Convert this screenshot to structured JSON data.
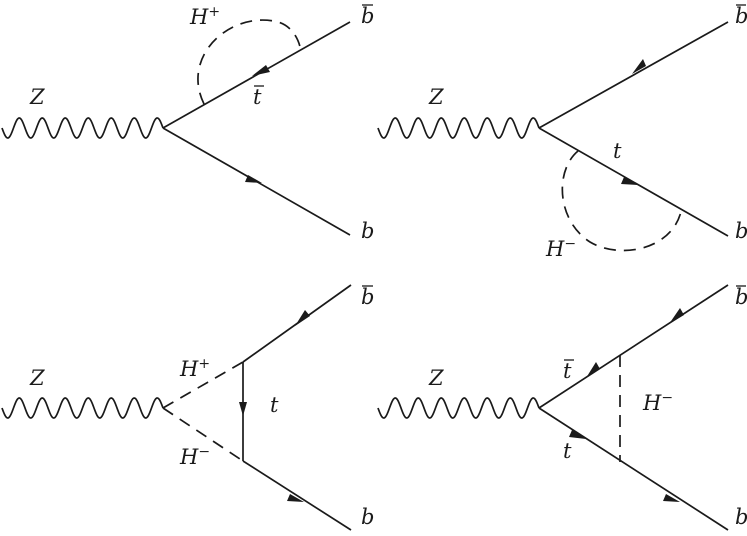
{
  "diagrams": {
    "d1": {
      "boson": "Z",
      "scalar": "H",
      "scalar_charge": "+",
      "loop_fermion": "t",
      "out_top": "b",
      "out_bottom": "b"
    },
    "d2": {
      "boson": "Z",
      "scalar": "H",
      "scalar_charge": "−",
      "loop_fermion": "t",
      "out_top": "b",
      "out_bottom": "b"
    },
    "d3": {
      "boson": "Z",
      "scalar_top": "H",
      "scalar_top_charge": "+",
      "scalar_bottom": "H",
      "scalar_bottom_charge": "−",
      "exchange_fermion": "t",
      "out_top": "b",
      "out_bottom": "b"
    },
    "d4": {
      "boson": "Z",
      "fermion_upper": "t",
      "fermion_lower": "t",
      "scalar": "H",
      "scalar_charge": "−",
      "out_top": "b",
      "out_bottom": "b"
    }
  }
}
